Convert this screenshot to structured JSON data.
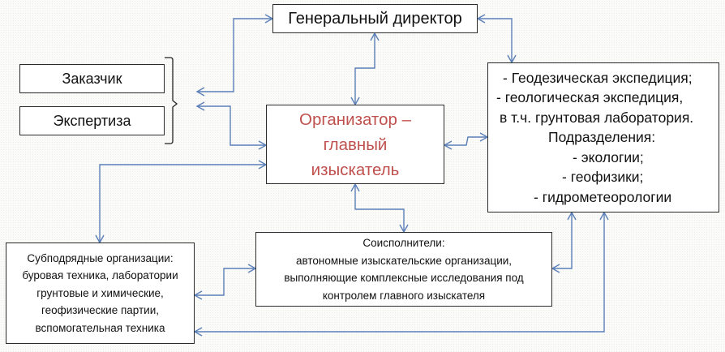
{
  "diagram": {
    "general_director": {
      "label": "Генеральный директор"
    },
    "customer": {
      "label": "Заказчик"
    },
    "expertise": {
      "label": "Экспертиза"
    },
    "organizer": {
      "lines": [
        "Организатор –",
        "главный",
        "изыскатель"
      ],
      "color": "#c0504d"
    },
    "divisions": {
      "lines": [
        " - Геодезическая экспедиция;",
        "- геологическая экспедиция,",
        " в т.ч. грунтовая лаборатория.",
        "Подразделения:",
        "- экологии;",
        "- геофизики;",
        "- гидрометеорологии"
      ]
    },
    "subcontractors": {
      "lines": [
        "Субподрядные организации:",
        "буровая техника, лаборатории",
        "грунтовые и химические,",
        "геофизические партии,",
        "вспомогательная техника"
      ]
    },
    "co_executors": {
      "lines": [
        "Соисполнители:",
        "автономные изыскательские организации,",
        "выполняющие комплексные исследования под",
        "контролем главного изыскателя"
      ]
    },
    "connector_color": "#5b7fb8"
  }
}
